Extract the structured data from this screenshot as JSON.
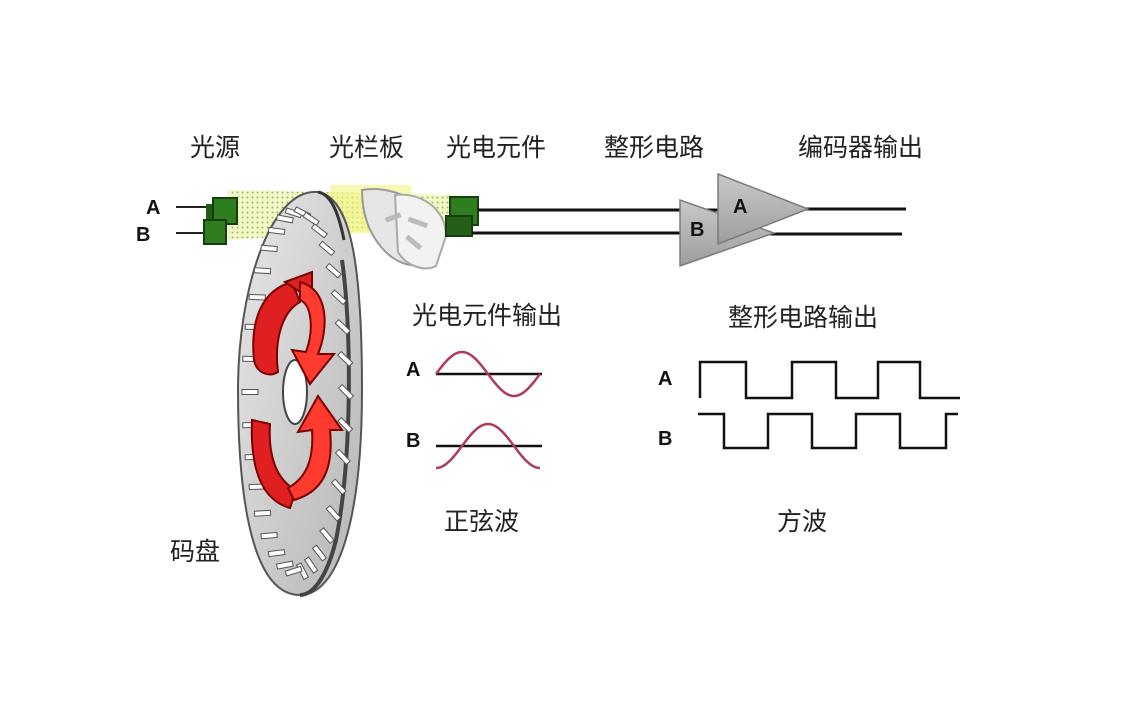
{
  "labels": {
    "light_source": "光源",
    "grating": "光栏板",
    "photo_element": "光电元件",
    "shaping_circuit": "整形电路",
    "encoder_output": "编码器输出",
    "photo_output": "光电元件输出",
    "shaping_output": "整形电路输出",
    "sine_wave": "正弦波",
    "square_wave": "方波",
    "code_disc": "码盘"
  },
  "channels": {
    "a": "A",
    "b": "B"
  },
  "colors": {
    "sensor_green": "#2e7d1f",
    "arrow_red": "#e02020",
    "disc_gray": "#c8c8c8",
    "beam_yellow": "#eef58a",
    "amp_gray": "#b3b3b3",
    "sine_red": "#b03a5a"
  }
}
